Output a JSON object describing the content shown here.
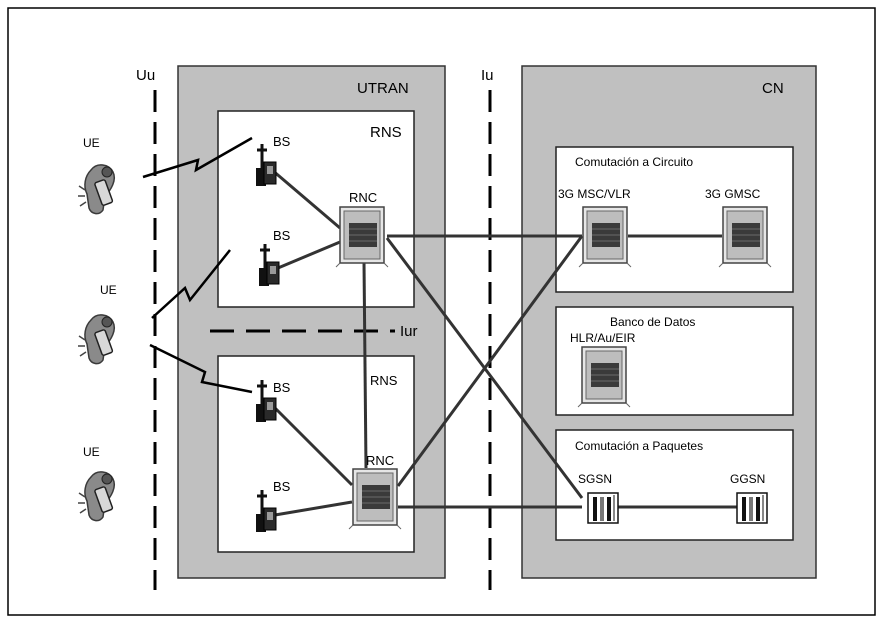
{
  "interfaces": {
    "uu": "Uu",
    "iu": "Iu",
    "iur": "Iur"
  },
  "utran": {
    "title": "UTRAN",
    "rns_top": "RNS",
    "rns_bottom": "RNS",
    "rnc_top": "RNC",
    "rnc_bottom": "RNC",
    "bs": [
      "BS",
      "BS",
      "BS",
      "BS"
    ]
  },
  "cn": {
    "title": "CN",
    "circuit_title": "Comutación a Circuito",
    "msc": "3G MSC/VLR",
    "gmsc": "3G GMSC",
    "db_title": "Banco de Datos",
    "hlr": "HLR/Au/EIR",
    "packet_title": "Comutación a Paquetes",
    "sgsn": "SGSN",
    "ggsn": "GGSN"
  },
  "ue": [
    "UE",
    "UE",
    "UE"
  ],
  "colors": {
    "panel_gray": "#c0c0c0",
    "line": "#333333",
    "box_white": "#ffffff"
  }
}
